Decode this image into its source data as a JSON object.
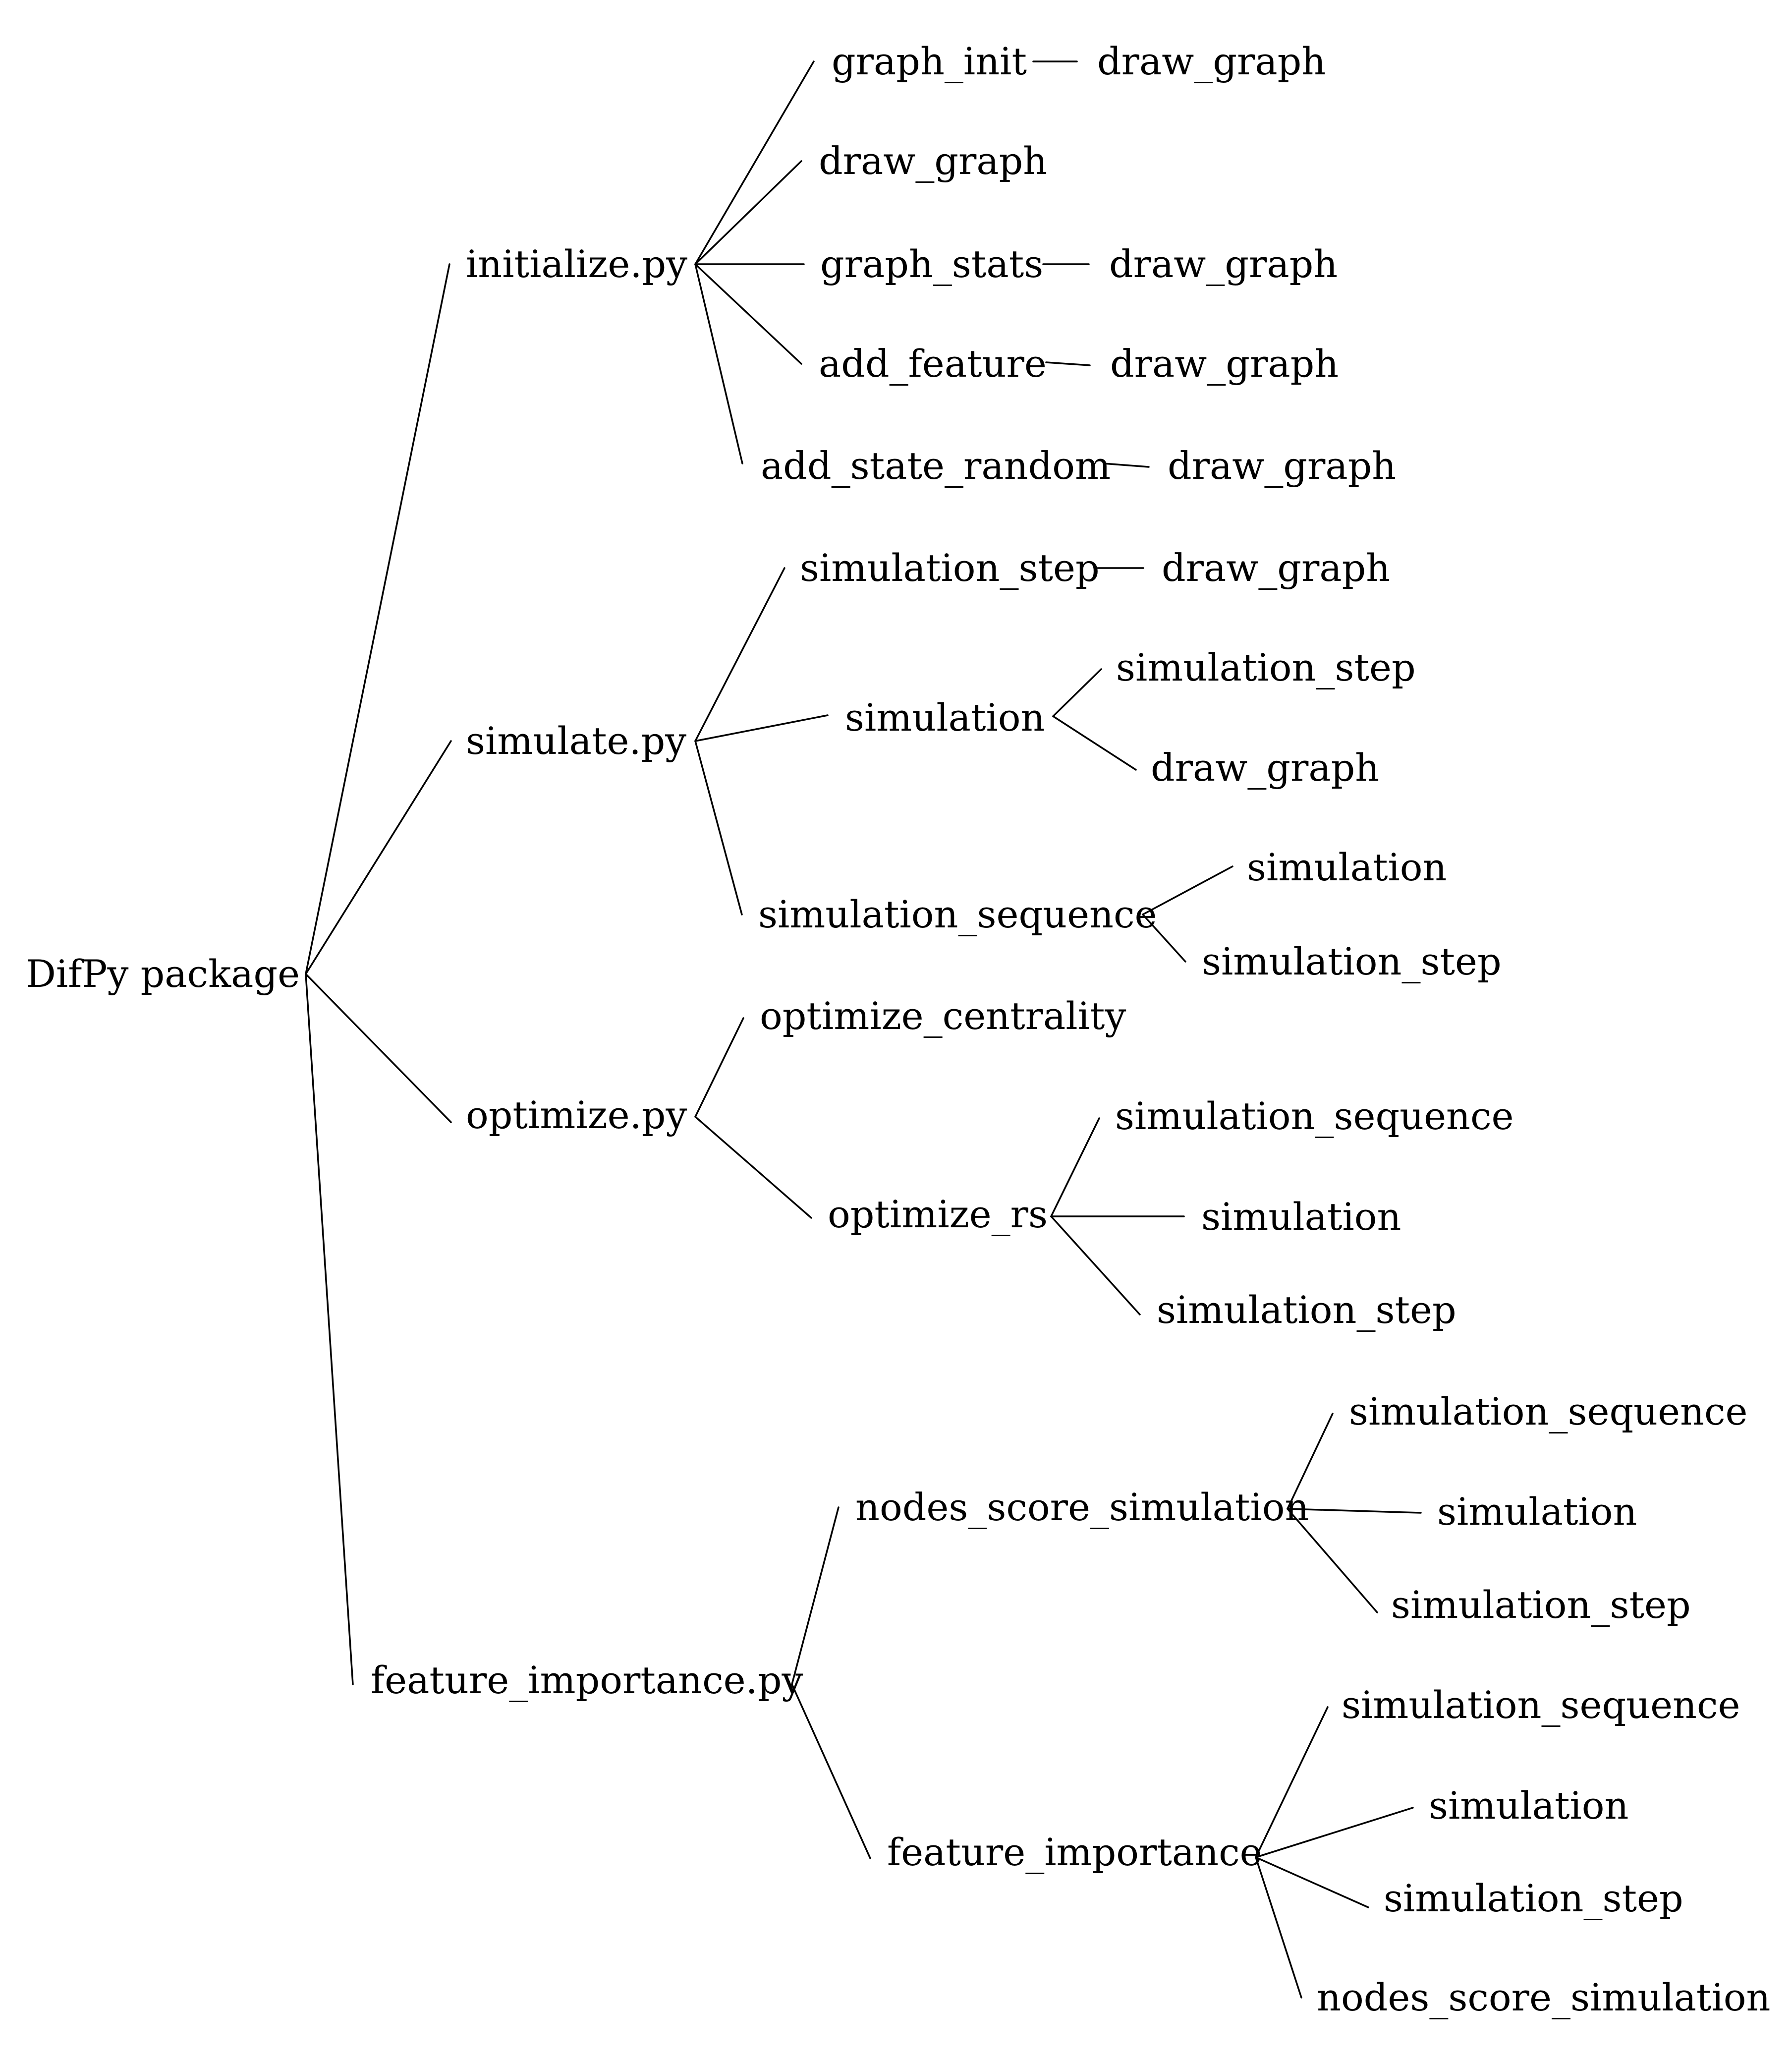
{
  "colors": {
    "line": "#000000",
    "background": "#ffffff",
    "text": "#000000"
  },
  "tree": {
    "label": "DifPy package",
    "children": [
      {
        "label": "initialize.py",
        "children": [
          {
            "label": "graph_init",
            "children": [
              {
                "label": "draw_graph"
              }
            ]
          },
          {
            "label": "draw_graph"
          },
          {
            "label": "graph_stats",
            "children": [
              {
                "label": "draw_graph"
              }
            ]
          },
          {
            "label": "add_feature",
            "children": [
              {
                "label": "draw_graph"
              }
            ]
          },
          {
            "label": "add_state_random",
            "children": [
              {
                "label": "draw_graph"
              }
            ]
          }
        ]
      },
      {
        "label": "simulate.py",
        "children": [
          {
            "label": "simulation_step",
            "children": [
              {
                "label": "draw_graph"
              }
            ]
          },
          {
            "label": "simulation",
            "children": [
              {
                "label": "simulation_step"
              },
              {
                "label": "draw_graph"
              }
            ]
          },
          {
            "label": "simulation_sequence",
            "children": [
              {
                "label": "simulation"
              },
              {
                "label": "simulation_step"
              }
            ]
          }
        ]
      },
      {
        "label": "optimize.py",
        "children": [
          {
            "label": "optimize_centrality"
          },
          {
            "label": "optimize_rs",
            "children": [
              {
                "label": "simulation_sequence"
              },
              {
                "label": "simulation"
              },
              {
                "label": "simulation_step"
              }
            ]
          }
        ]
      },
      {
        "label": "feature_importance.py",
        "children": [
          {
            "label": "nodes_score_simulation",
            "children": [
              {
                "label": "simulation_sequence"
              },
              {
                "label": "simulation"
              },
              {
                "label": "simulation_step"
              }
            ]
          },
          {
            "label": "feature_importance",
            "children": [
              {
                "label": "simulation_sequence"
              },
              {
                "label": "simulation"
              },
              {
                "label": "simulation_step"
              },
              {
                "label": "nodes_score_simulation"
              }
            ]
          }
        ]
      }
    ]
  }
}
